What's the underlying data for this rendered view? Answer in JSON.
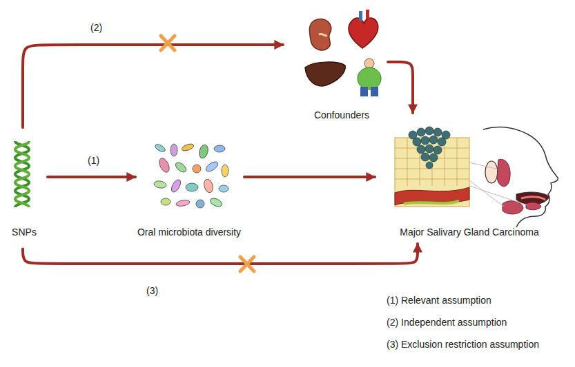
{
  "diagram": {
    "nodes": [
      {
        "text": [
          "SNPs"
        ]
      },
      {
        "text": [
          "Oral microbiota diversity"
        ]
      },
      {
        "text": [
          "Confounders"
        ]
      },
      {
        "text": [
          "Major Salivary Gland Carcinoma"
        ]
      }
    ],
    "edges": [
      {
        "from": 0,
        "to": 1,
        "arrow": "to",
        "label": "(1)"
      },
      {
        "from": 1,
        "to": 3,
        "arrow": "to"
      },
      {
        "from": 0,
        "to": 2,
        "arrow": "to",
        "label": "(2)"
      },
      {
        "from": 2,
        "to": 3,
        "arrow": "to"
      },
      {
        "from": 0,
        "to": 3,
        "arrow": "to",
        "label": "(3)"
      }
    ],
    "labels": [
      "(1) Relevant assumption",
      "(2) Independent assumption",
      "(3) Exclusion restriction assumption"
    ]
  }
}
